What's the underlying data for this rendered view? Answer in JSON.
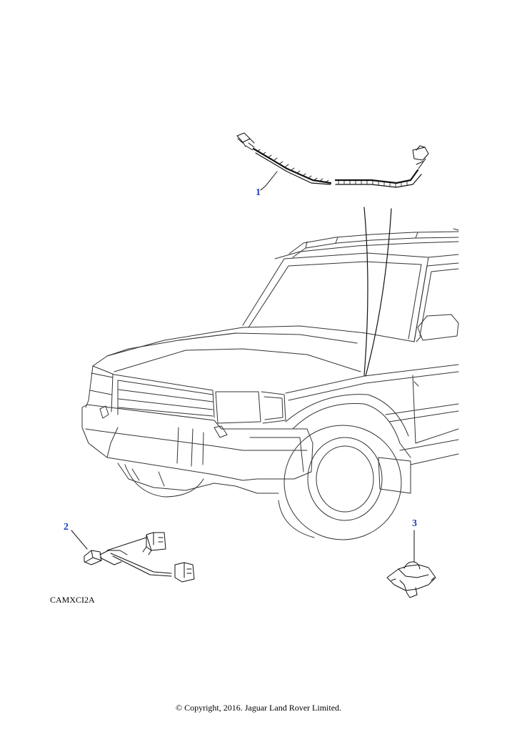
{
  "callouts": {
    "part_1": "1",
    "part_2": "2",
    "part_3": "3"
  },
  "diagram_code": "CAMXCI2A",
  "copyright": "© Copyright, 2016. Jaguar Land Rover Limited.",
  "colors": {
    "callout": "#1a3fbf",
    "line": "#222222"
  }
}
